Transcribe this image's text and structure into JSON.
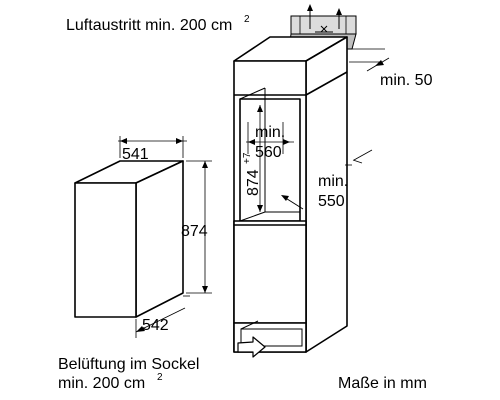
{
  "top_note": {
    "text": "Luftaustritt min. 200 cm",
    "superscript": "2"
  },
  "bottom_note": {
    "line1": "Belüftung im Sockel",
    "line2": "min. 200 cm",
    "superscript": "2"
  },
  "units_note": "Maße in mm",
  "appliance": {
    "width": "541",
    "depth": "542",
    "height": "874"
  },
  "niche": {
    "vent_gap": "min. 50",
    "niche_width_label": "min.",
    "niche_width": "560",
    "niche_height_label": "874",
    "niche_height_tolerance": "+7",
    "niche_depth_label": "min.",
    "niche_depth": "550"
  }
}
